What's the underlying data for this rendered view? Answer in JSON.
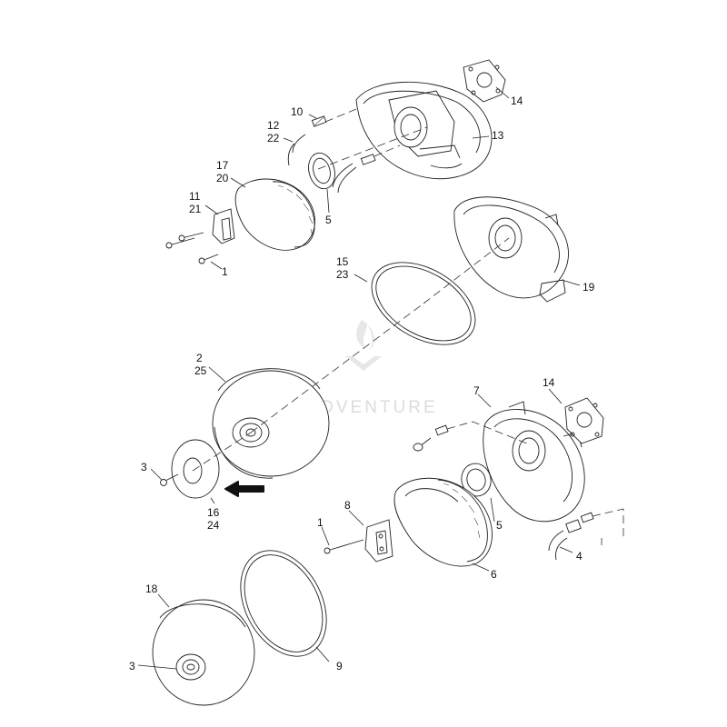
{
  "watermark": {
    "text": "LE ADVENTURE"
  },
  "callouts": [
    {
      "id": "c14a",
      "text": "14"
    },
    {
      "id": "c10",
      "text": "10"
    },
    {
      "id": "c12",
      "text": "12"
    },
    {
      "id": "c22",
      "text": "22"
    },
    {
      "id": "c13",
      "text": "13"
    },
    {
      "id": "c17",
      "text": "17"
    },
    {
      "id": "c20",
      "text": "20"
    },
    {
      "id": "c11",
      "text": "11"
    },
    {
      "id": "c21",
      "text": "21"
    },
    {
      "id": "c5a",
      "text": "5"
    },
    {
      "id": "c1a",
      "text": "1"
    },
    {
      "id": "c15",
      "text": "15"
    },
    {
      "id": "c23",
      "text": "23"
    },
    {
      "id": "c19",
      "text": "19"
    },
    {
      "id": "c2",
      "text": "2"
    },
    {
      "id": "c25",
      "text": "25"
    },
    {
      "id": "c14b",
      "text": "14"
    },
    {
      "id": "c7",
      "text": "7"
    },
    {
      "id": "c3a",
      "text": "3"
    },
    {
      "id": "c16",
      "text": "16"
    },
    {
      "id": "c24",
      "text": "24"
    },
    {
      "id": "c8",
      "text": "8"
    },
    {
      "id": "c1b",
      "text": "1"
    },
    {
      "id": "c5b",
      "text": "5"
    },
    {
      "id": "c4",
      "text": "4"
    },
    {
      "id": "c6",
      "text": "6"
    },
    {
      "id": "c18",
      "text": "18"
    },
    {
      "id": "c3b",
      "text": "3"
    },
    {
      "id": "c9",
      "text": "9"
    }
  ]
}
